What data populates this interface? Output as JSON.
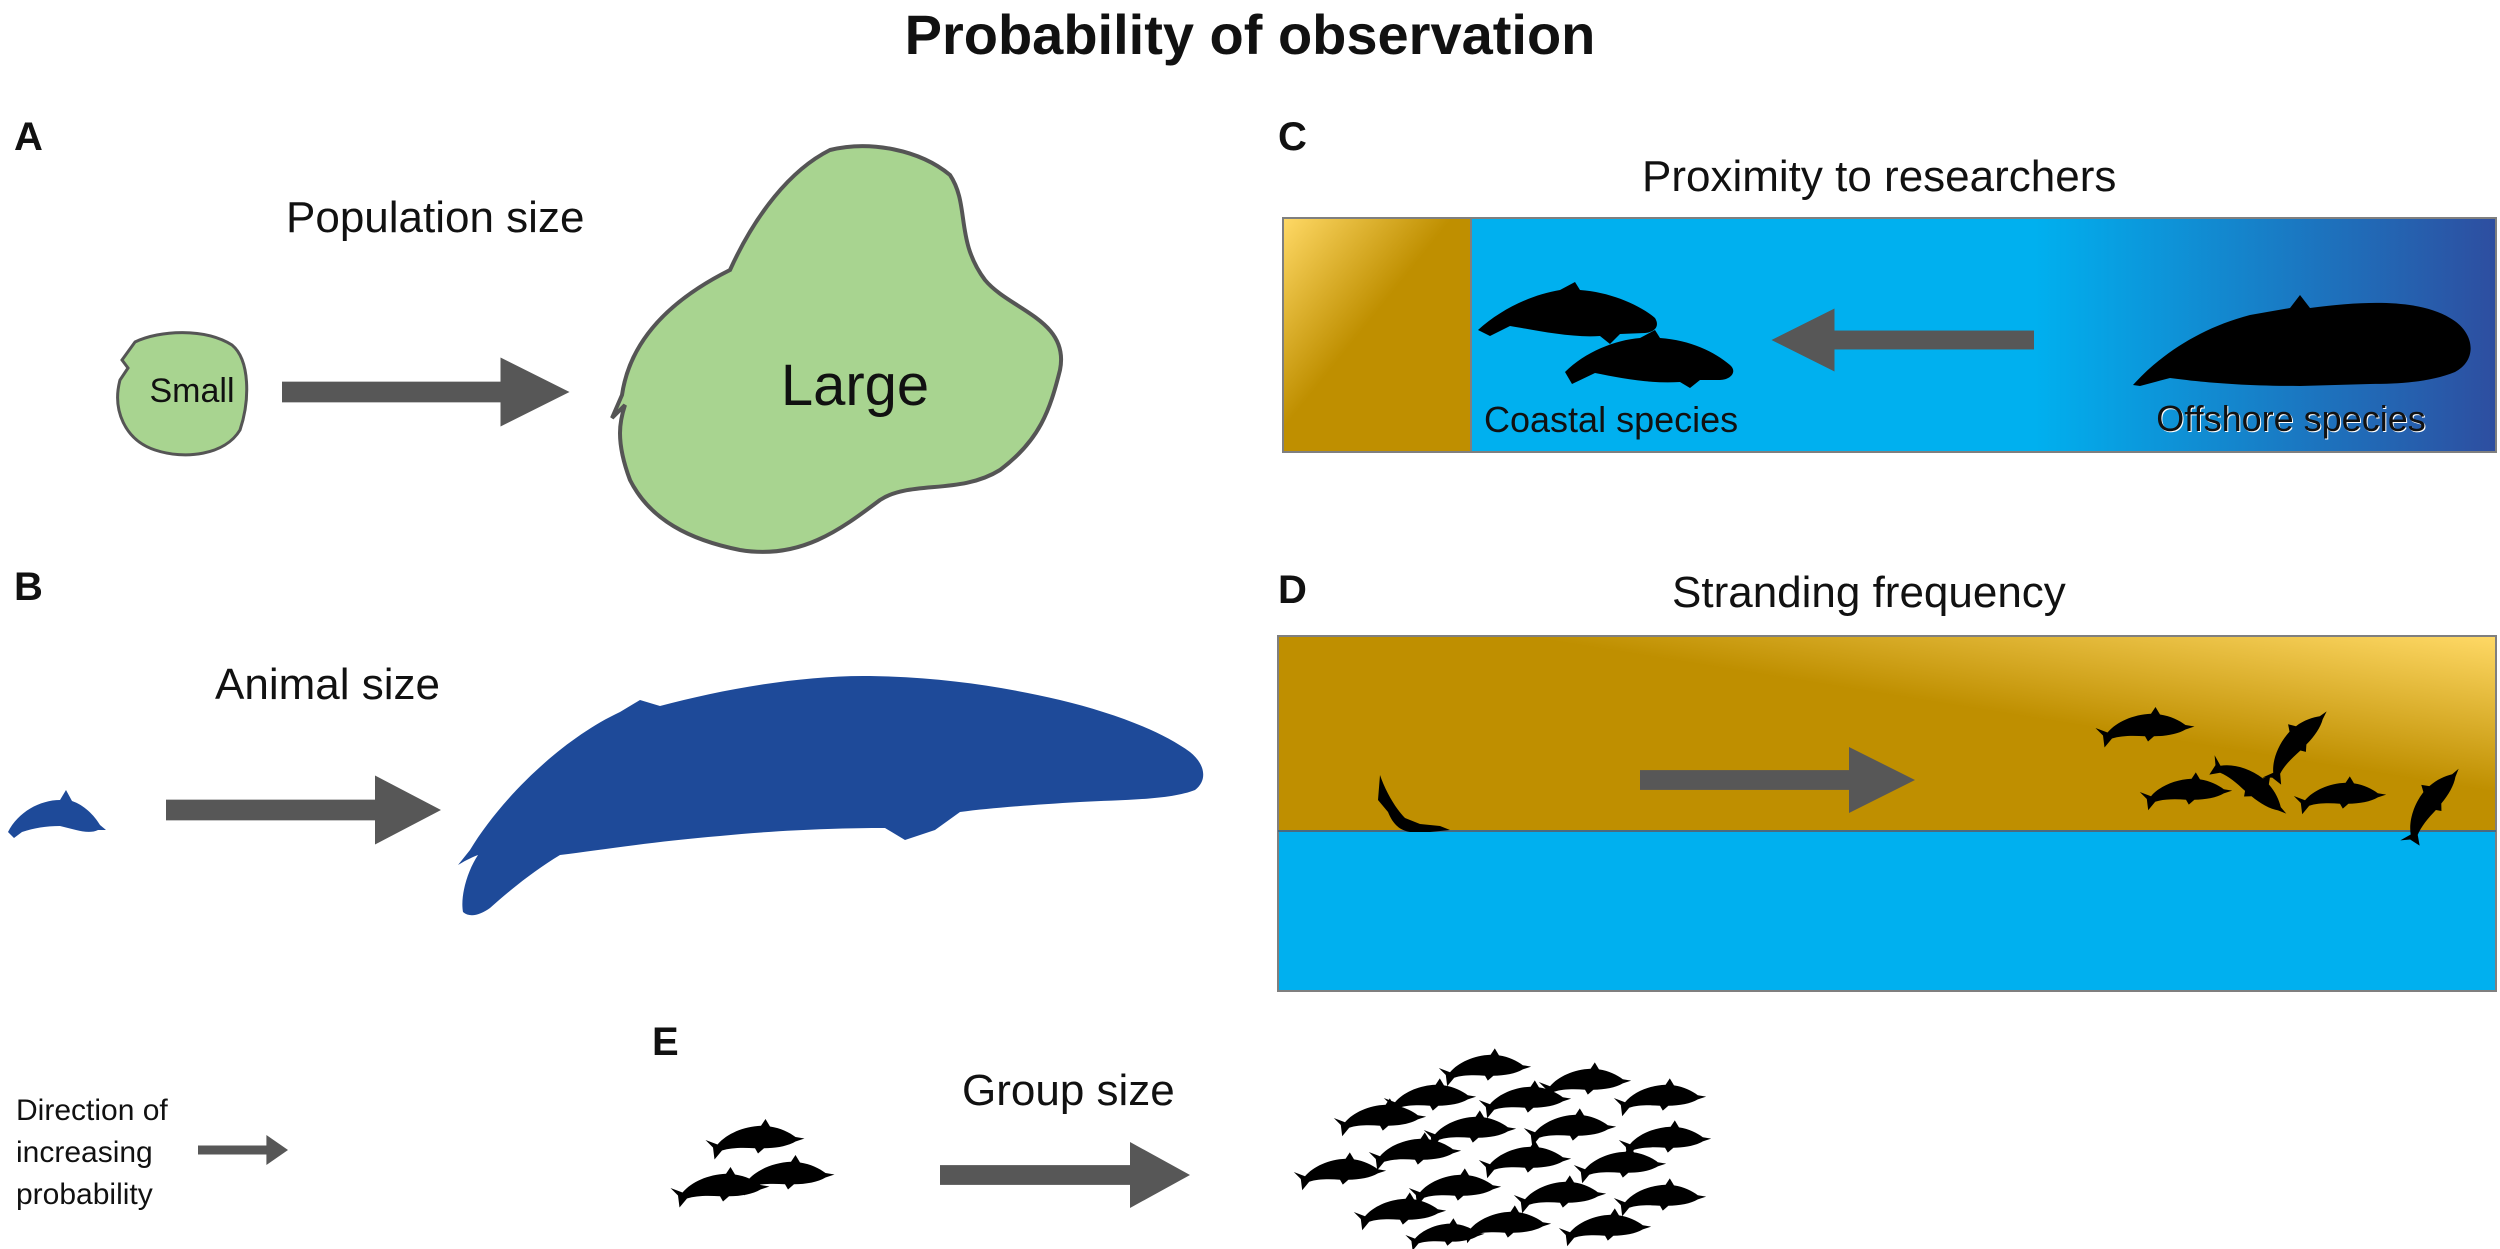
{
  "title": "Probability of observation",
  "colors": {
    "arrow": "#575757",
    "blob": "#a8d490",
    "blob_outline": "#555555",
    "blue_animal": "#1e4a99",
    "water": "#00b0ef",
    "deep_water": "#2e4ea0",
    "sand_dark": "#bf8f00",
    "sand_light": "#ffd966",
    "silhouette": "#000000"
  },
  "panels": {
    "a": {
      "letter": "A",
      "heading": "Population size",
      "small_label": "Small",
      "large_label": "Large"
    },
    "b": {
      "letter": "B",
      "heading": "Animal size"
    },
    "c": {
      "letter": "C",
      "heading": "Proximity to researchers",
      "coastal_label": "Coastal species",
      "offshore_label": "Offshore species"
    },
    "d": {
      "letter": "D",
      "heading": "Stranding frequency"
    },
    "e": {
      "letter": "E",
      "heading": "Group size"
    }
  },
  "legend": {
    "line1": "Direction of",
    "line2": "increasing",
    "line3": "probability"
  },
  "icons": {
    "arrow": "arrow-right-icon",
    "dolphin": "dolphin-icon",
    "whale": "whale-icon",
    "beaked_whale": "beaked-whale-icon"
  }
}
